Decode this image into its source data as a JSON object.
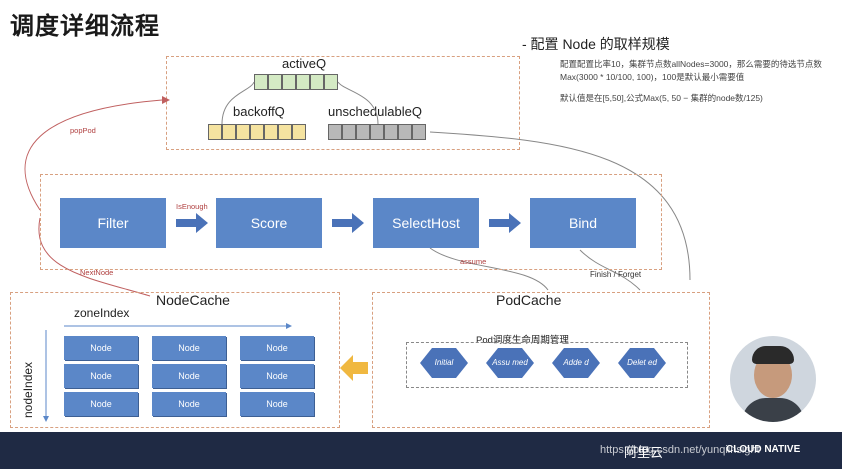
{
  "title": "调度详细流程",
  "sampling": {
    "heading": "-  配置 Node 的取样规模",
    "bullets": [
      "配置配置比率10，集群节点数allNodes=3000，那么需要的待选节点数 Max(3000 * 10/100, 100)，100是默认最小需要值",
      "默认值是在[5,50],公式Max(5, 50 − 集群的node数/125)"
    ]
  },
  "queues": {
    "active": "activeQ",
    "backoff": "backoffQ",
    "unschedulable": "unschedulableQ"
  },
  "flow": {
    "filter": "Filter",
    "score": "Score",
    "select": "SelectHost",
    "bind": "Bind",
    "is_enough": "IsEnough",
    "pop_pod": "popPod",
    "next_node": "NextNode",
    "assume": "assume",
    "finish_forget": "Finish / Forget"
  },
  "node_cache": {
    "title": "NodeCache",
    "zone_index": "zoneIndex",
    "node_index": "nodeIndex",
    "node_label": "Node"
  },
  "pod_cache": {
    "title": "PodCache",
    "lifecycle": "Pod调度生命周期管理",
    "states": [
      "Initial",
      "Assu med",
      "Adde d",
      "Delet ed"
    ]
  },
  "footer": {
    "brand": "阿里云",
    "cloud_native": "CLOUD NATIVE",
    "watermark": "https://blog.csdn.net/yunqiinsight"
  },
  "colors": {
    "flow_blue": "#5b87c8",
    "active_green": "#d4eac4",
    "backoff_yellow": "#f5e3a0",
    "unsched_gray": "#b8b8b8",
    "footer_navy": "#1f2a44"
  }
}
